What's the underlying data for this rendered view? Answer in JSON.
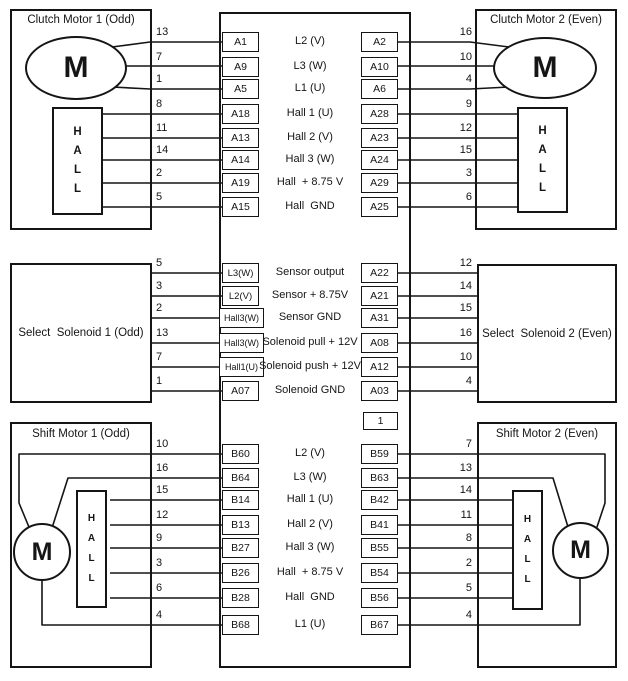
{
  "devices": {
    "clutch_motor_1": {
      "title": "Clutch Motor 1 (Odd)",
      "motor": "M",
      "hall": "HALL"
    },
    "clutch_motor_2": {
      "title": "Clutch Motor 2 (Even)",
      "motor": "M",
      "hall": "HALL"
    },
    "select_solenoid_1": {
      "title": "Select  Solenoid 1 (Odd)"
    },
    "select_solenoid_2": {
      "title": "Select  Solenoid 2 (Even)"
    },
    "shift_motor_1": {
      "title": "Shift Motor 1 (Odd)",
      "motor": "M",
      "hall": "HALL"
    },
    "shift_motor_2": {
      "title": "Shift Motor 2 (Even)",
      "motor": "M",
      "hall": "HALL"
    }
  },
  "connector": {
    "spare_pin": "1",
    "top_rows": [
      {
        "lnum": "13",
        "lpin": "A1",
        "signal": "L2 (V)",
        "rpin": "A2",
        "rnum": "16"
      },
      {
        "lnum": "7",
        "lpin": "A9",
        "signal": "L3 (W)",
        "rpin": "A10",
        "rnum": "10"
      },
      {
        "lnum": "1",
        "lpin": "A5",
        "signal": "L1 (U)",
        "rpin": "A6",
        "rnum": "4"
      },
      {
        "lnum": "8",
        "lpin": "A18",
        "signal": "Hall 1 (U)",
        "rpin": "A28",
        "rnum": "9"
      },
      {
        "lnum": "11",
        "lpin": "A13",
        "signal": "Hall 2 (V)",
        "rpin": "A23",
        "rnum": "12"
      },
      {
        "lnum": "14",
        "lpin": "A14",
        "signal": "Hall 3 (W)",
        "rpin": "A24",
        "rnum": "15"
      },
      {
        "lnum": "2",
        "lpin": "A19",
        "signal": "Hall  + 8.75 V",
        "rpin": "A29",
        "rnum": "3"
      },
      {
        "lnum": "5",
        "lpin": "A15",
        "signal": "Hall  GND",
        "rpin": "A25",
        "rnum": "6"
      }
    ],
    "middle_rows": [
      {
        "lnum": "5",
        "lpin": "L3(W)",
        "signal": "Sensor output",
        "rpin": "A22",
        "rnum": "12"
      },
      {
        "lnum": "3",
        "lpin": "L2(V)",
        "signal": "Sensor + 8.75V",
        "rpin": "A21",
        "rnum": "14"
      },
      {
        "lnum": "2",
        "lpin": "Hall3(W)",
        "signal": "Sensor GND",
        "rpin": "A31",
        "rnum": "15"
      },
      {
        "lnum": "13",
        "lpin": "Hall3(W)",
        "signal": "Solenoid pull + 12V",
        "rpin": "A08",
        "rnum": "16"
      },
      {
        "lnum": "7",
        "lpin": "Hall1(U)",
        "signal": "Solenoid push + 12V",
        "rpin": "A12",
        "rnum": "10"
      },
      {
        "lnum": "1",
        "lpin": "A07",
        "signal": "Solenoid GND",
        "rpin": "A03",
        "rnum": "4"
      }
    ],
    "bottom_rows": [
      {
        "lnum": "10",
        "lpin": "B60",
        "signal": "L2 (V)",
        "rpin": "B59",
        "rnum": "7"
      },
      {
        "lnum": "16",
        "lpin": "B64",
        "signal": "L3 (W)",
        "rpin": "B63",
        "rnum": "13"
      },
      {
        "lnum": "15",
        "lpin": "B14",
        "signal": "Hall 1 (U)",
        "rpin": "B42",
        "rnum": "14"
      },
      {
        "lnum": "12",
        "lpin": "B13",
        "signal": "Hall 2 (V)",
        "rpin": "B41",
        "rnum": "11"
      },
      {
        "lnum": "9",
        "lpin": "B27",
        "signal": "Hall 3 (W)",
        "rpin": "B55",
        "rnum": "8"
      },
      {
        "lnum": "3",
        "lpin": "B26",
        "signal": "Hall  + 8.75 V",
        "rpin": "B54",
        "rnum": "2"
      },
      {
        "lnum": "6",
        "lpin": "B28",
        "signal": "Hall  GND",
        "rpin": "B56",
        "rnum": "5"
      },
      {
        "lnum": "4",
        "lpin": "B68",
        "signal": "L1 (U)",
        "rpin": "B67",
        "rnum": "4"
      }
    ]
  },
  "colors": {
    "line": "#151515",
    "background": "#ffffff"
  }
}
